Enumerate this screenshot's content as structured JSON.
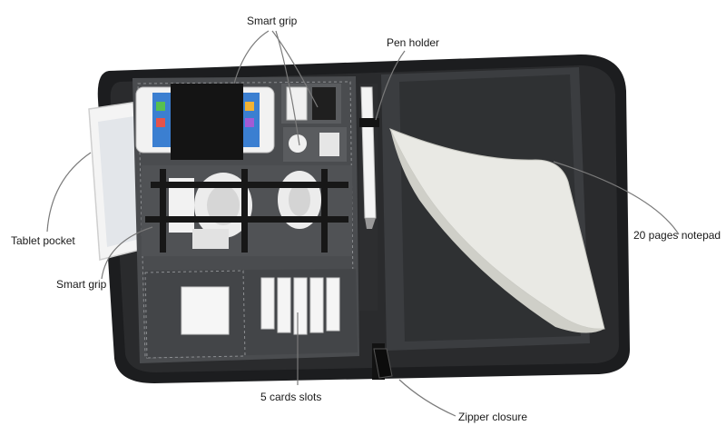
{
  "callouts": {
    "smart_grip_top": "Smart grip",
    "pen_holder": "Pen holder",
    "tablet_pocket": "Tablet pocket",
    "smart_grip_left": "Smart grip",
    "notepad": "20 pages notepad",
    "card_slots": "5 cards slots",
    "zipper": "Zipper closure"
  },
  "colors": {
    "case_outer": "#1c1d1f",
    "case_inner": "#3b3d40",
    "panel_left": "#4a4c4f",
    "paper": "#e9e9e4",
    "leader_line": "#7a7a7a"
  }
}
